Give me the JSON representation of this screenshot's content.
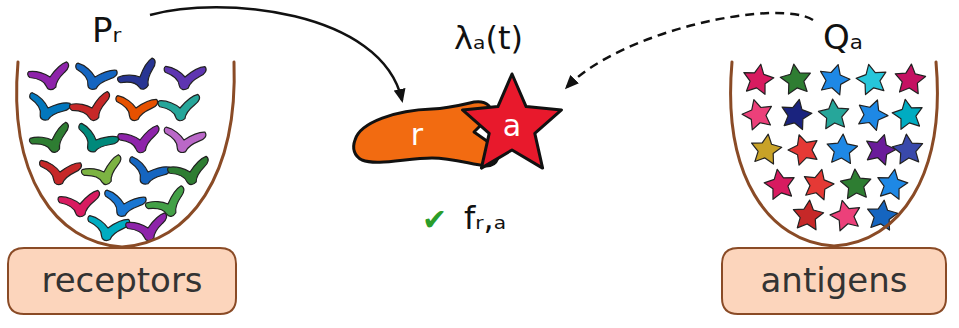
{
  "diagram": {
    "nodes": [
      {
        "text": [
          "receptors"
        ]
      },
      {
        "text": [
          "r"
        ]
      },
      {
        "text": [
          "a"
        ]
      },
      {
        "text": [
          "antigens"
        ]
      }
    ],
    "edges": [
      {
        "from": 0,
        "to": 1,
        "arrow": "to",
        "label": "Pᵣ"
      },
      {
        "from": 3,
        "to": 2,
        "arrow": "to",
        "label": "Qₐ"
      }
    ],
    "labels": [
      "λₐ(t)",
      "✔",
      "fᵣ,ₐ"
    ]
  }
}
